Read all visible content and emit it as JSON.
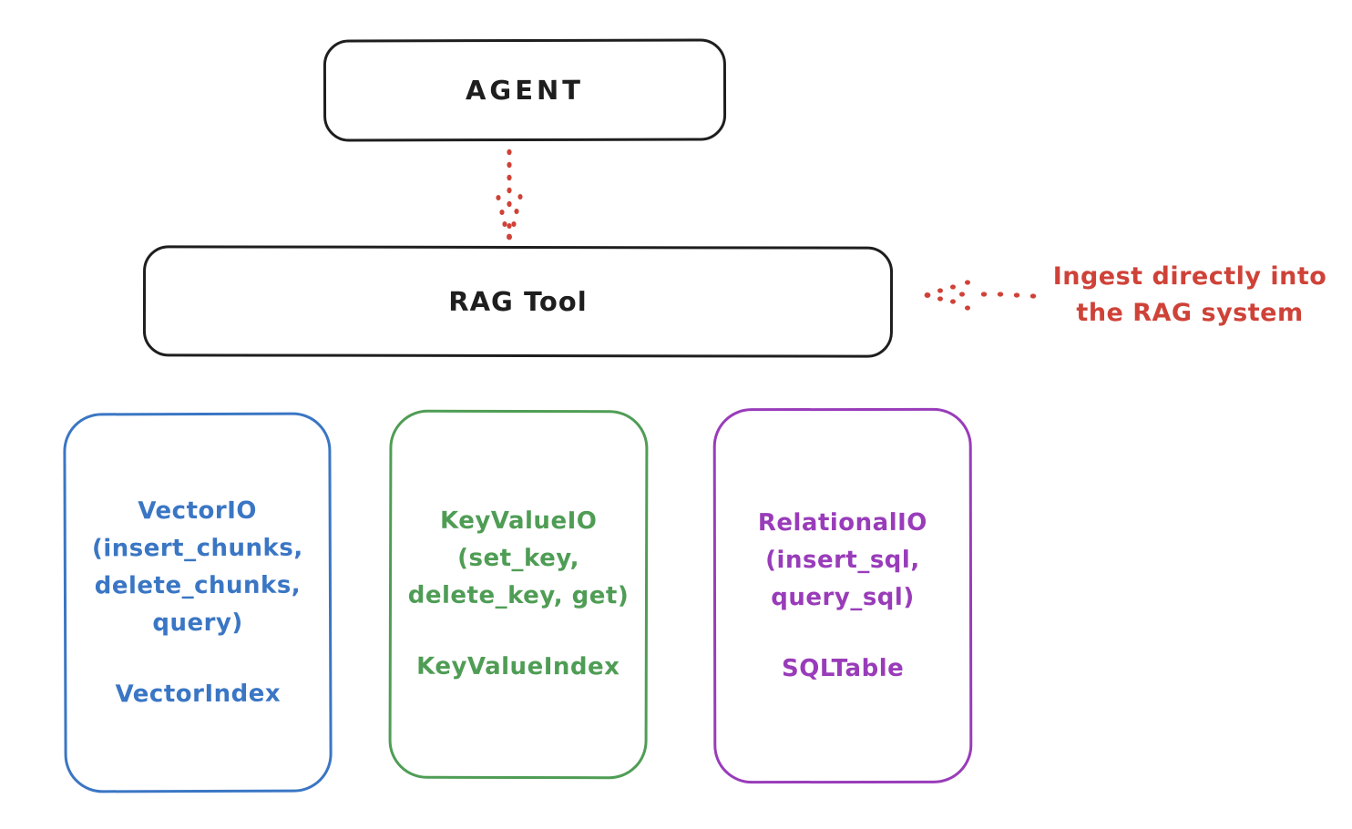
{
  "nodes": {
    "agent": {
      "label": "AGENT"
    },
    "rag_tool": {
      "label": "RAG Tool"
    }
  },
  "annotation": {
    "line1": "Ingest directly into",
    "line2": "the RAG system"
  },
  "storage_nodes": [
    {
      "id": "vector-io",
      "lines": [
        "VectorIO",
        "(insert_chunks,",
        "delete_chunks,",
        "query)"
      ],
      "index_label": "VectorIndex",
      "color": "#3a76c4"
    },
    {
      "id": "keyvalue-io",
      "lines": [
        "KeyValueIO",
        "(set_key,",
        "delete_key, get)"
      ],
      "index_label": "KeyValueIndex",
      "color": "#4f9d55"
    },
    {
      "id": "relational-io",
      "lines": [
        "RelationalIO",
        "(insert_sql,",
        "query_sql)"
      ],
      "index_label": "SQLTable",
      "color": "#993cba"
    }
  ],
  "connectors": [
    {
      "id": "agent-to-rag",
      "style": "dotted",
      "direction": "down",
      "color": "#cf4238"
    },
    {
      "id": "annotation-to-rag",
      "style": "dotted",
      "direction": "left",
      "color": "#cf4238"
    }
  ],
  "colors": {
    "background": "#ffffff",
    "stroke_black": "#1e1e1e",
    "annotation_red": "#cf4238",
    "vector_blue": "#3a76c4",
    "keyvalue_green": "#4f9d55",
    "relational_purple": "#993cba"
  }
}
